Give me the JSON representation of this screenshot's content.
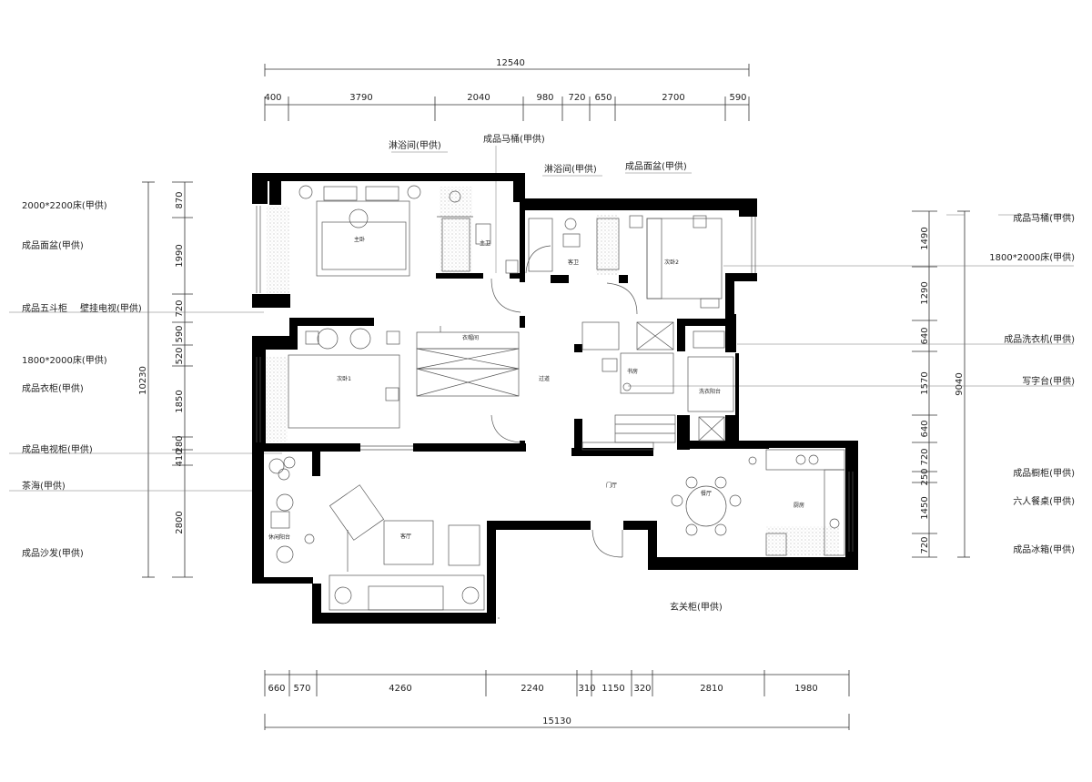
{
  "dimensions": {
    "top_total": "12540",
    "top_segments": [
      "400",
      "3790",
      "2040",
      "980",
      "720",
      "650",
      "2700",
      "590"
    ],
    "bottom_total": "15130",
    "bottom_segments": [
      "660",
      "570",
      "4260",
      "2240",
      "310",
      "1150",
      "320",
      "2810",
      "1980"
    ],
    "left_total": "10230",
    "left_segments": [
      "870",
      "1990",
      "720",
      "590",
      "520",
      "1850",
      "280",
      "410",
      "2800"
    ],
    "right_total": "9040",
    "right_segments": [
      "1490",
      "1290",
      "640",
      "1570",
      "640",
      "720",
      "250",
      "1450",
      "720"
    ]
  },
  "notes_left": [
    "2000*2200床(甲供)",
    "成品面盆(甲供)",
    "成品五斗柜",
    "壁挂电视(甲供)",
    "1800*2000床(甲供)",
    "成品衣柜(甲供)",
    "成品电视柜(甲供)",
    "茶海(甲供)",
    "成品沙发(甲供)"
  ],
  "notes_top": [
    "淋浴间(甲供)",
    "成品马桶(甲供)",
    "淋浴间(甲供)",
    "成品面盆(甲供)"
  ],
  "notes_right": [
    "成品马桶(甲供)",
    "1800*2000床(甲供)",
    "成品洗衣机(甲供)",
    "写字台(甲供)",
    "成品橱柜(甲供)",
    "六人餐桌(甲供)",
    "成品冰箱(甲供)"
  ],
  "note_bottom": "玄关柜(甲供)",
  "rooms": {
    "master_bedroom": "主卧",
    "master_bath": "主卫",
    "public_bath": "客卫",
    "second_bedroom_2": "次卧2",
    "second_bedroom_1": "次卧1",
    "cloakroom": "衣帽间",
    "corridor": "过道",
    "study": "书房",
    "laundry_balcony": "洗衣阳台",
    "foyer": "门厅",
    "dining": "餐厅",
    "kitchen": "厨房",
    "living": "客厅",
    "leisure_balcony": "休闲阳台"
  }
}
